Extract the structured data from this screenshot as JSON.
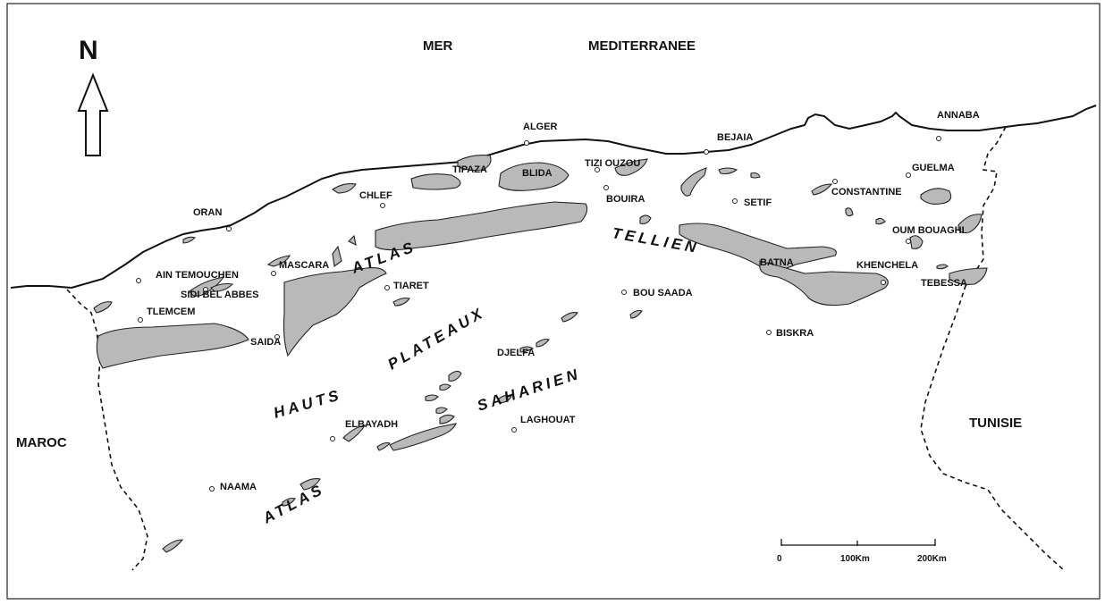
{
  "north_label": "N",
  "sea": {
    "word1": "MER",
    "word2": "MEDITERRANEE"
  },
  "countries": {
    "west": "MAROC",
    "east": "TUNISIE"
  },
  "regions": {
    "atlas_tellien_1": "ATLAS",
    "atlas_tellien_2": "TELLIEN",
    "hauts_plateaux_1": "HAUTS",
    "hauts_plateaux_2": "PLATEAUX",
    "atlas_saharien_1": "ATLAS",
    "atlas_saharien_2": "SAHARIEN"
  },
  "cities": {
    "oran": "ORAN",
    "alger": "ALGER",
    "tipaza": "TIPAZA",
    "blida": "BLIDA",
    "chlef": "CHLEF",
    "tizi_ouzou": "TIZI OUZOU",
    "bejaia": "BEJAIA",
    "bouira": "BOUIRA",
    "setif": "SETIF",
    "constantine": "CONSTANTINE",
    "annaba": "ANNABA",
    "guelma": "GUELMA",
    "oum_bouaghi": "OUM BOUAGHI",
    "khenchela": "KHENCHELA",
    "tebessa": "TEBESSA",
    "batna": "BATNA",
    "biskra": "BISKRA",
    "bou_saada": "BOU SAADA",
    "djelfa": "DJELFA",
    "laghouat": "LAGHOUAT",
    "el_bayadh": "ELBAYADH",
    "naama": "NAAMA",
    "tiaret": "TIARET",
    "mascara": "MASCARA",
    "saida": "SAIDA",
    "ain_temouchen": "AIN TEMOUCHEN",
    "sidi_bel_abbes": "SIDI BEL ABBES",
    "tlemcem": "TLEMCEM"
  },
  "scale_bar": {
    "tick_0": "0",
    "tick_1": "100Km",
    "tick_2": "200Km"
  }
}
